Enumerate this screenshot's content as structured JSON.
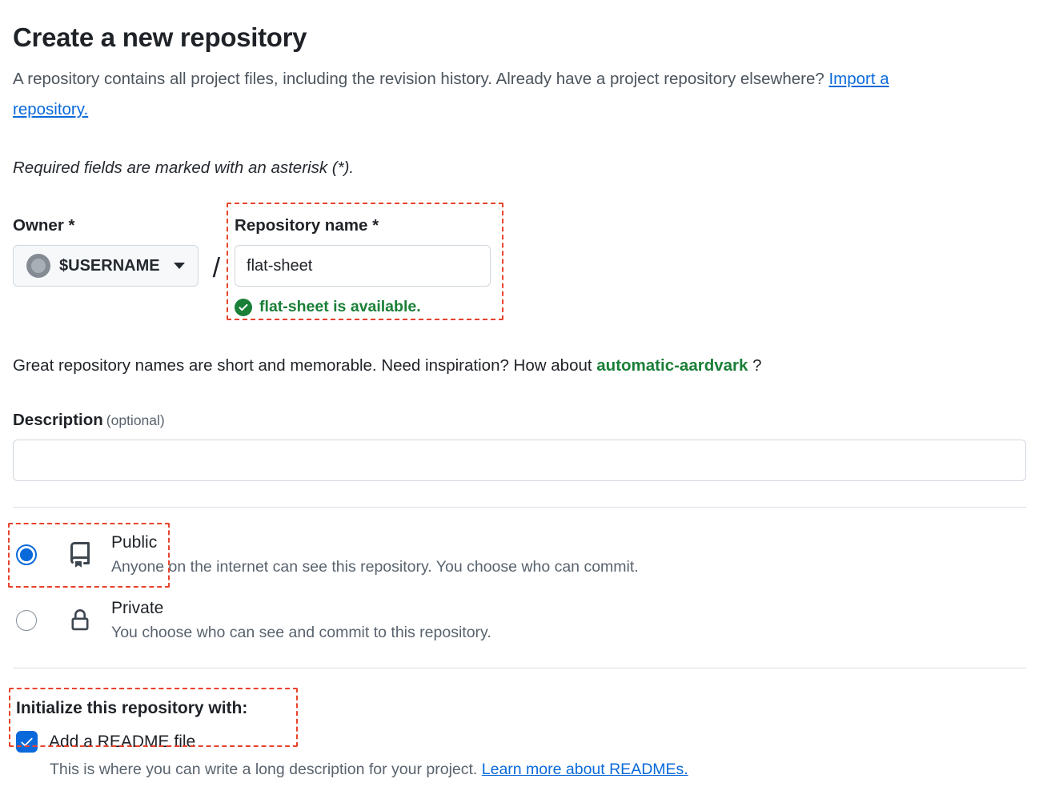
{
  "page": {
    "title": "Create a new repository",
    "intro_text": "A repository contains all project files, including the revision history. Already have a project repository elsewhere? ",
    "intro_link": "Import a repository.",
    "required_note": "Required fields are marked with an asterisk (*)."
  },
  "owner": {
    "label": "Owner",
    "required_mark": "*",
    "value": "$USERNAME",
    "separator": "/"
  },
  "repo_name": {
    "label": "Repository name",
    "required_mark": "*",
    "value": "flat-sheet",
    "availability": "flat-sheet is available."
  },
  "suggestion": {
    "text_before": "Great repository names are short and memorable. Need inspiration? How about ",
    "suggested_name": "automatic-aardvark",
    "text_after": " ?"
  },
  "description": {
    "label": "Description",
    "optional": "(optional)",
    "value": ""
  },
  "visibility": {
    "public": {
      "label": "Public",
      "description": "Anyone on the internet can see this repository. You choose who can commit.",
      "selected": true
    },
    "private": {
      "label": "Private",
      "description": "You choose who can see and commit to this repository.",
      "selected": false
    }
  },
  "initialize": {
    "heading": "Initialize this repository with:",
    "readme": {
      "label": "Add a README file",
      "checked": true,
      "description_before": "This is where you can write a long description for your project. ",
      "description_link": "Learn more about READMEs."
    }
  },
  "colors": {
    "link": "#0969da",
    "accent": "#0969da",
    "success": "#1a7f37",
    "annotation": "#e8432c",
    "border": "#d0d7de",
    "muted_text": "#59636e"
  }
}
